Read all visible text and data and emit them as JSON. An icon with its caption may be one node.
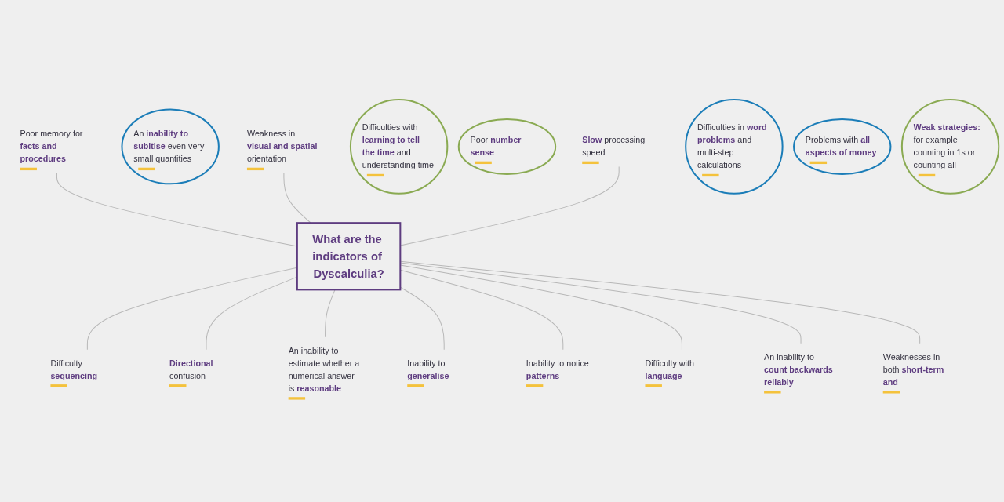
{
  "diagram": {
    "nodes": [
      {
        "text": [
          "Poor memory for **facts and procedures**"
        ]
      },
      {
        "text": [
          "An **inability to subitise** even very small quantities"
        ]
      },
      {
        "text": [
          "Weakness in **visual and spatial** orientation"
        ]
      },
      {
        "text": [
          "Difficulties with **learning to tell the time** and understanding time"
        ]
      },
      {
        "text": [
          "Poor **number sense**"
        ]
      },
      {
        "text": [
          "**Slow** processing speed"
        ]
      },
      {
        "text": [
          "Difficulty **sequencing**"
        ]
      },
      {
        "text": [
          "**Directional** confusion"
        ]
      },
      {
        "text": [
          "What are the indicators of Dyscalculia?"
        ]
      },
      {
        "text": [
          "An inability to estimate whether a numerical answer is **reasonable**"
        ]
      },
      {
        "text": [
          "Difficulties in **word problems** and multi-step calculations"
        ]
      },
      {
        "text": [
          "Inability to **generalise**"
        ]
      },
      {
        "text": [
          "Inability to notice **patterns**"
        ]
      },
      {
        "text": [
          "Difficulty with **language**"
        ]
      },
      {
        "text": [
          "An inability to **count backwards reliably**"
        ]
      },
      {
        "text": [
          "Problems with **all aspects of money**"
        ]
      },
      {
        "text": [
          "Weaknesses in both **short-term and**"
        ]
      },
      {
        "text": [
          "**Weak strategies:** for example counting in 1s or counting all"
        ]
      }
    ],
    "edges": [
      {
        "from": 0,
        "to": 8,
        "arrow": "none"
      },
      {
        "from": 2,
        "to": 8,
        "arrow": "none"
      },
      {
        "from": 5,
        "to": 8,
        "arrow": "none"
      },
      {
        "from": 8,
        "to": 6,
        "arrow": "none"
      },
      {
        "from": 8,
        "to": 7,
        "arrow": "none"
      },
      {
        "from": 8,
        "to": 9,
        "arrow": "none"
      },
      {
        "from": 8,
        "to": 11,
        "arrow": "none"
      },
      {
        "from": 8,
        "to": 12,
        "arrow": "none"
      },
      {
        "from": 8,
        "to": 13,
        "arrow": "none"
      },
      {
        "from": 8,
        "to": 14,
        "arrow": "none"
      },
      {
        "from": 8,
        "to": 16,
        "arrow": "none"
      }
    ]
  }
}
